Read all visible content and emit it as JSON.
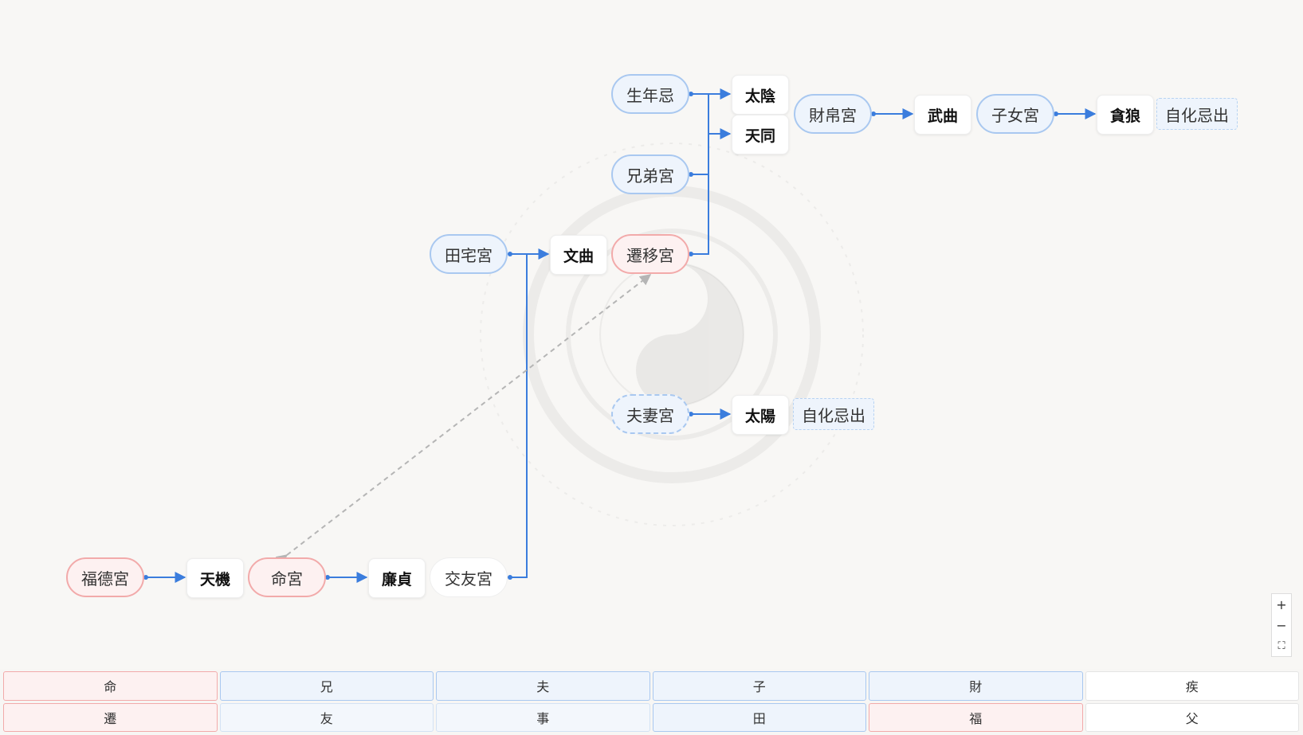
{
  "nodes": {
    "shengnianji": "生年忌",
    "xiongdi": "兄弟宮",
    "tianzhai": "田宅宮",
    "qianyi": "遷移宮",
    "caibo": "財帛宮",
    "zinv": "子女宮",
    "fuqi": "夫妻宮",
    "fude": "福德宮",
    "ming": "命宮",
    "jiaoyou": "交友宮"
  },
  "stars": {
    "taiyin": "太陰",
    "tiantong": "天同",
    "wenqu": "文曲",
    "wuqu": "武曲",
    "tanlang": "貪狼",
    "taiyang": "太陽",
    "tianji": "天機",
    "lianzhen": "廉貞"
  },
  "tags": {
    "zihua_1": "自化忌出",
    "zihua_2": "自化忌出"
  },
  "zoom": {
    "in": "+",
    "out": "−",
    "fit": "⛶"
  },
  "legend": {
    "row1": [
      "命",
      "兄",
      "夫",
      "子",
      "財",
      "疾"
    ],
    "row2": [
      "遷",
      "友",
      "事",
      "田",
      "福",
      "父"
    ]
  },
  "colors": {
    "edge": "#3b7ddd",
    "palace_border": "#a9c8f0",
    "palace_red_border": "#f2aaaa",
    "dashed_link": "#b5b5b5"
  }
}
